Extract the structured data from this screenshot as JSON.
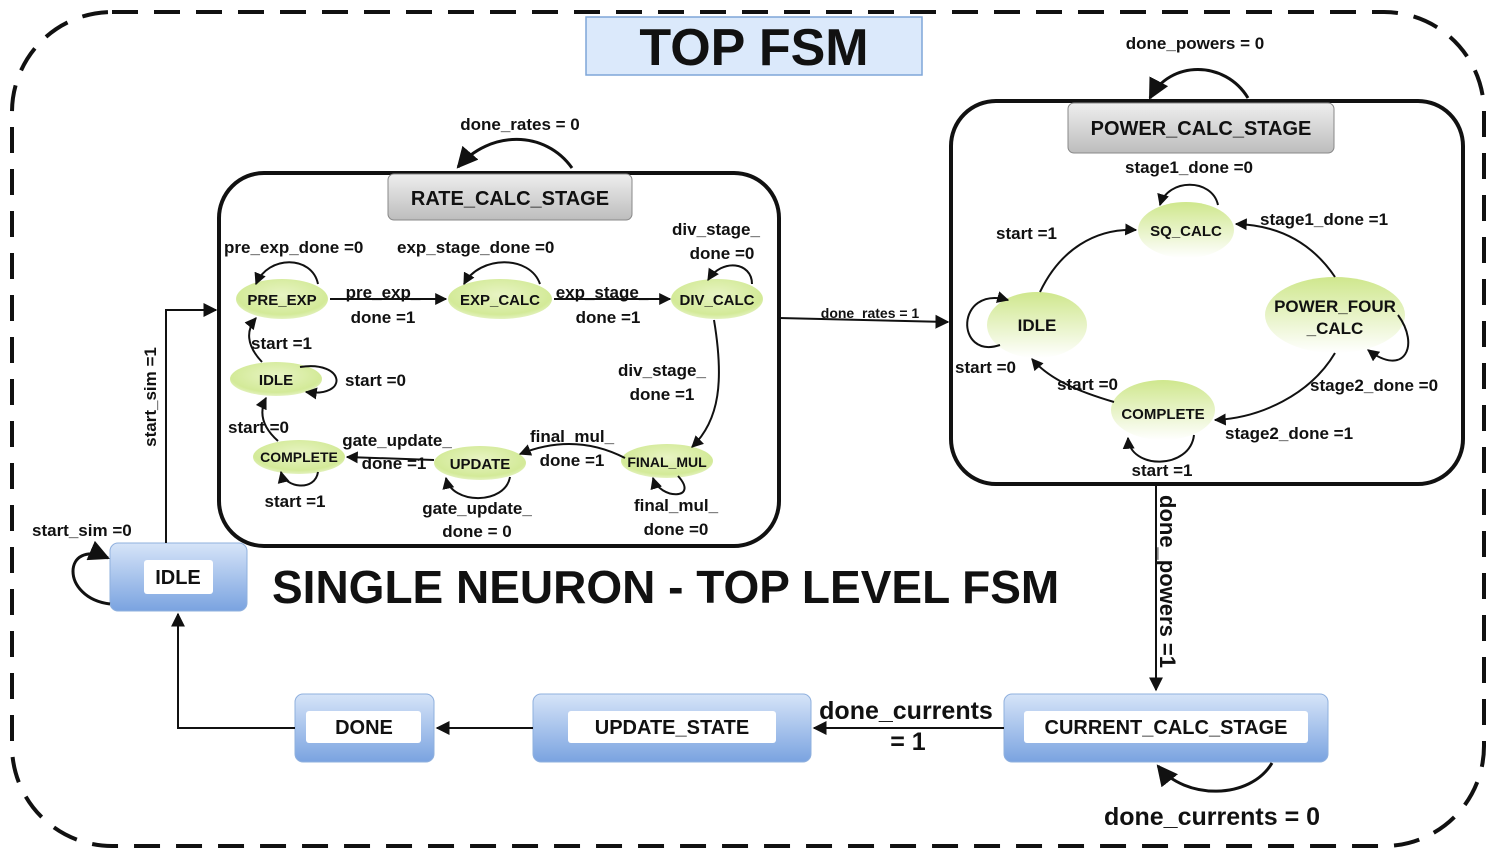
{
  "titles": {
    "top": "TOP FSM",
    "main": "SINGLE NEURON - TOP LEVEL FSM"
  },
  "top_states": {
    "idle": "IDLE",
    "done": "DONE",
    "update_state": "UPDATE_STATE",
    "current_calc_stage": "CURRENT_CALC_STAGE"
  },
  "rate_calc": {
    "title": "RATE_CALC_STAGE",
    "self_loop": "done_rates = 0",
    "states": {
      "pre_exp": "PRE_EXP",
      "exp_calc": "EXP_CALC",
      "div_calc": "DIV_CALC",
      "idle": "IDLE",
      "complete": "COMPLETE",
      "update": "UPDATE",
      "final_mul": "FINAL_MUL"
    },
    "labels": {
      "pre_exp_done0": "pre_exp_done =0",
      "exp_stage_done0": "exp_stage_done =0",
      "div_stage_0_a": "div_stage_",
      "div_stage_0_b": "done =0",
      "pre_exp_1_a": "pre_exp_",
      "pre_exp_1_b": "done =1",
      "exp_stage_1_a": "exp_stage_",
      "exp_stage_1_b": "done =1",
      "start1_idle": "start =1",
      "start0_idle": "start =0",
      "div_stage_1_a": "div_stage_",
      "div_stage_1_b": "done =1",
      "start0_complete": "start =0",
      "gate_update_1_a": "gate_update_",
      "gate_update_1_b": "done =1",
      "final_mul_1_a": "final_mul_",
      "final_mul_1_b": "done =1",
      "start1_complete": "start =1",
      "gate_update_0_a": "gate_update_",
      "gate_update_0_b": "done = 0",
      "final_mul_0_a": "final_mul_",
      "final_mul_0_b": "done =0"
    }
  },
  "power_calc": {
    "title": "POWER_CALC_STAGE",
    "self_loop": "done_powers = 0",
    "states": {
      "sq_calc": "SQ_CALC",
      "idle": "IDLE",
      "power_four_a": "POWER_FOUR",
      "power_four_b": "_CALC",
      "complete": "COMPLETE"
    },
    "labels": {
      "stage1_done0": "stage1_done =0",
      "start1": "start =1",
      "stage1_done1": "stage1_done =1",
      "start0_idle": "start =0",
      "start0_complete": "start =0",
      "stage2_done0": "stage2_done =0",
      "stage2_done1": "stage2_done =1",
      "start1_complete": "start =1"
    }
  },
  "transitions": {
    "start_sim_0": "start_sim =0",
    "start_sim_1": "start_sim =1",
    "done_rates_1": "done_rates = 1",
    "done_powers_1": "done_powers =1",
    "done_currents_1_a": "done_currents",
    "done_currents_1_b": "= 1",
    "done_currents_0": "done_currents = 0"
  },
  "colors": {
    "blue_box_top": "#cfe0f7",
    "blue_box_bottom": "#7fa8e3",
    "state_green": "#d6eb9f",
    "title_box_fill": "#dbe9fb",
    "title_box_stroke": "#7ea6d8",
    "gray_box_fill": "#d9d9d9"
  }
}
